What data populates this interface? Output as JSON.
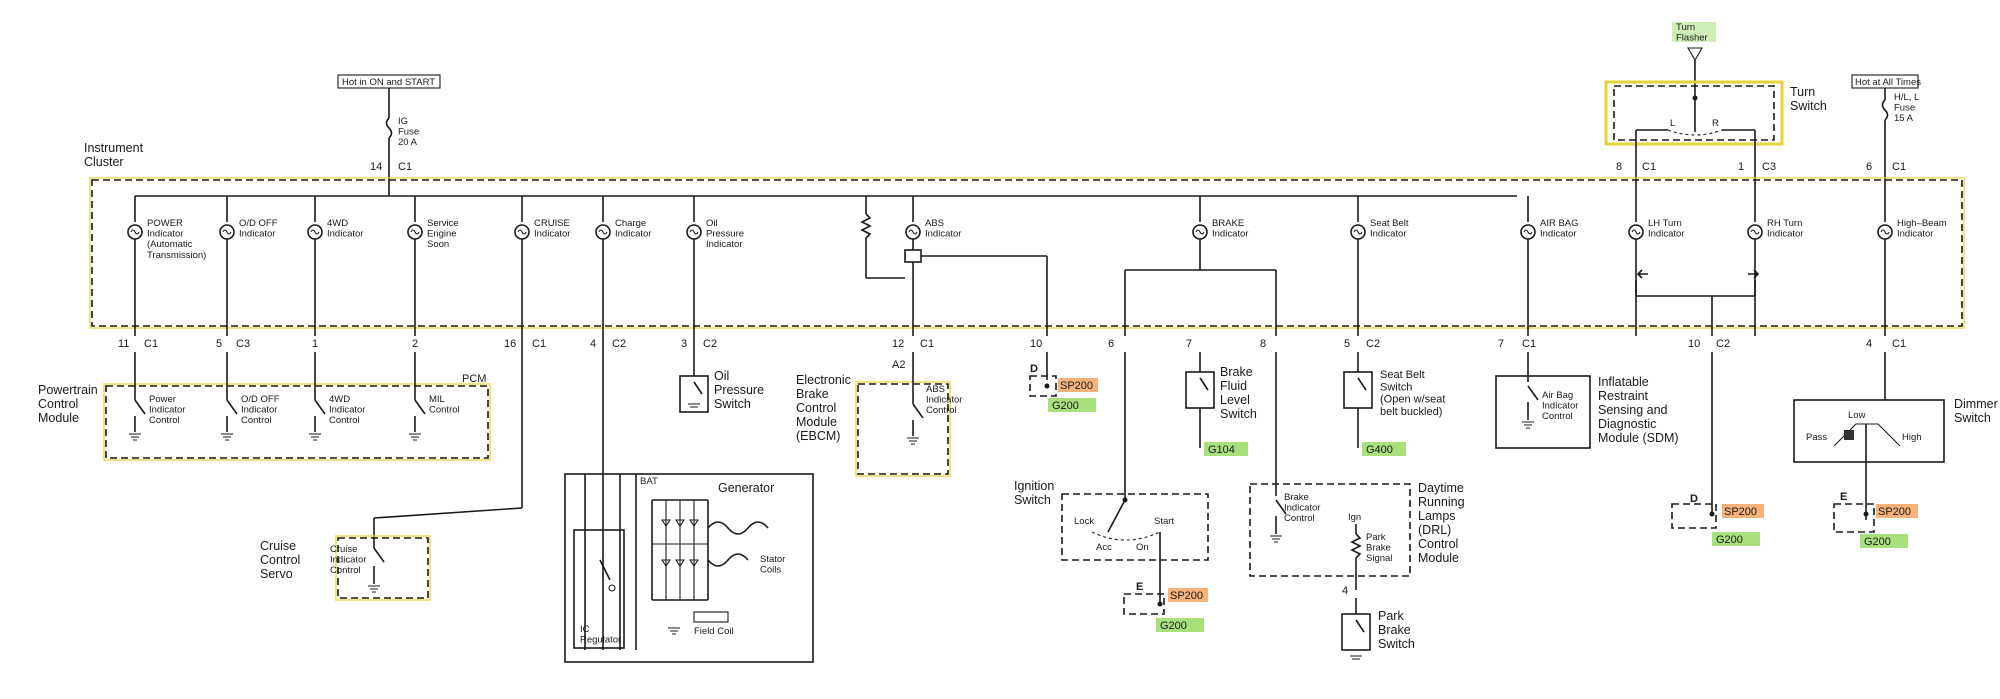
{
  "power": {
    "hot_run_start": "Hot in ON and START",
    "hot_all_times": "Hot at All Times",
    "ig_fuse": "IG\nFuse\n20 A",
    "hl_fuse": "H/L, L\nFuse\n15 A",
    "turn_flasher": "Turn\nFlasher"
  },
  "cluster": {
    "label": "Instrument\nCluster",
    "top_pins": {
      "p14": "14",
      "c1a": "C1",
      "p8": "8",
      "c1b": "C1",
      "p1": "1",
      "c3": "C3",
      "p6": "6",
      "c1c": "C1"
    },
    "indicators": [
      "POWER\nIndicator\n(Automatic\nTransmission)",
      "O/D OFF\nIndicator",
      "4WD\nIndicator",
      "Service\nEngine\nSoon",
      "CRUISE\nIndicator",
      "Charge\nIndicator",
      "Oil\nPressure\nIndicator",
      "ABS\nIndicator",
      "BRAKE\nIndicator",
      "Seat Belt\nIndicator",
      "AIR BAG\nIndicator",
      "LH Turn\nIndicator",
      "RH Turn\nIndicator",
      "High–Beam\nIndicator"
    ],
    "bottom_pins": {
      "p11": "11",
      "c1_1": "C1",
      "p5": "5",
      "c3_1": "C3",
      "p1": "1",
      "p2": "2",
      "p16": "16",
      "c1_2": "C1",
      "p4": "4",
      "c2_1": "C2",
      "p3": "3",
      "c2_2": "C2",
      "p12": "12",
      "c1_3": "C1",
      "a2": "A2",
      "p10a": "10",
      "p6": "6",
      "p7a": "7",
      "p8": "8",
      "p5b": "5",
      "c2_3": "C2",
      "p7b": "7",
      "c1_4": "C1",
      "p10b": "10",
      "c2_4": "C2",
      "p4b": "4",
      "c1_5": "C1"
    }
  },
  "turn_switch": {
    "label": "Turn\nSwitch",
    "l": "L",
    "r": "R"
  },
  "pcm": {
    "label": "Powertrain\nControl\nModule",
    "pcm_tag": "PCM",
    "controls": [
      "Power\nIndicator\nControl",
      "O/D OFF\nIndicator\nControl",
      "4WD\nIndicator\nControl",
      "MIL\nControl"
    ]
  },
  "cruise_servo": {
    "label": "Cruise\nControl\nServo",
    "control": "Cruise\nIndicator\nControl"
  },
  "generator": {
    "title": "Generator",
    "bat": "BAT",
    "stator": "Stator\nCoils",
    "field": "Field Coil",
    "regulator": "IC\nRegulator"
  },
  "oil_switch": "Oil\nPressure\nSwitch",
  "ebcm": {
    "label": "Electronic\nBrake\nControl\nModule\n(EBCM)",
    "control": "ABS\nIndicator\nControl"
  },
  "splices": {
    "sp200": "SP200",
    "d": "D",
    "e": "E",
    "g200": "G200",
    "g104": "G104",
    "g400": "G400"
  },
  "ignition": {
    "label": "Ignition\nSwitch",
    "lock": "Lock",
    "acc": "Acc",
    "on": "On",
    "start": "Start"
  },
  "brake_fluid": "Brake\nFluid\nLevel\nSwitch",
  "seat_belt_switch": "Seat Belt\nSwitch\n(Open w/seat\nbelt buckled)",
  "drl": {
    "label": "Daytime\nRunning\nLamps\n(DRL)\nControl\nModule",
    "control": "Brake\nIndicator\nControl",
    "ign": "Ign",
    "park_sig": "Park\nBrake\nSignal",
    "pin4": "4"
  },
  "park_brake": "Park\nBrake\nSwitch",
  "sdm": {
    "label": "Inflatable\nRestraint\nSensing and\nDiagnostic\nModule  (SDM)",
    "control": "Air Bag\nIndicator\nControl"
  },
  "dimmer": {
    "label": "Dimmer\nSwitch",
    "low": "Low",
    "pass": "Pass",
    "high": "High"
  }
}
